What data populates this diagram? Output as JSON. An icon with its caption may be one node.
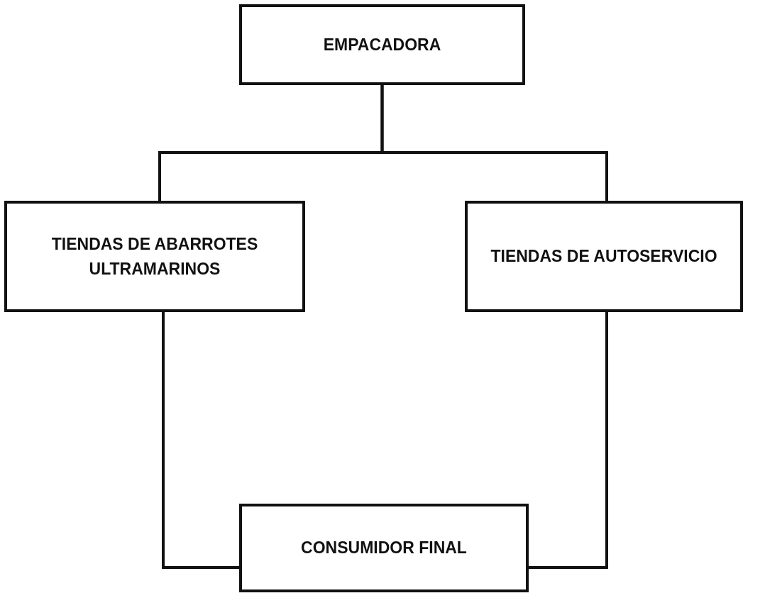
{
  "diagram": {
    "nodes": [
      {
        "text": [
          "EMPACADORA"
        ]
      },
      {
        "text": [
          "TIENDAS DE ABARROTES ULTRAMARINOS"
        ]
      },
      {
        "text": [
          "TIENDAS DE AUTOSERVICIO"
        ]
      },
      {
        "text": [
          "CONSUMIDOR FINAL"
        ]
      }
    ],
    "edges": [
      {
        "from": 0,
        "to": 1,
        "arrow": "none"
      },
      {
        "from": 0,
        "to": 2,
        "arrow": "none"
      },
      {
        "from": 1,
        "to": 3,
        "arrow": "none"
      },
      {
        "from": 2,
        "to": 3,
        "arrow": "none"
      }
    ]
  }
}
